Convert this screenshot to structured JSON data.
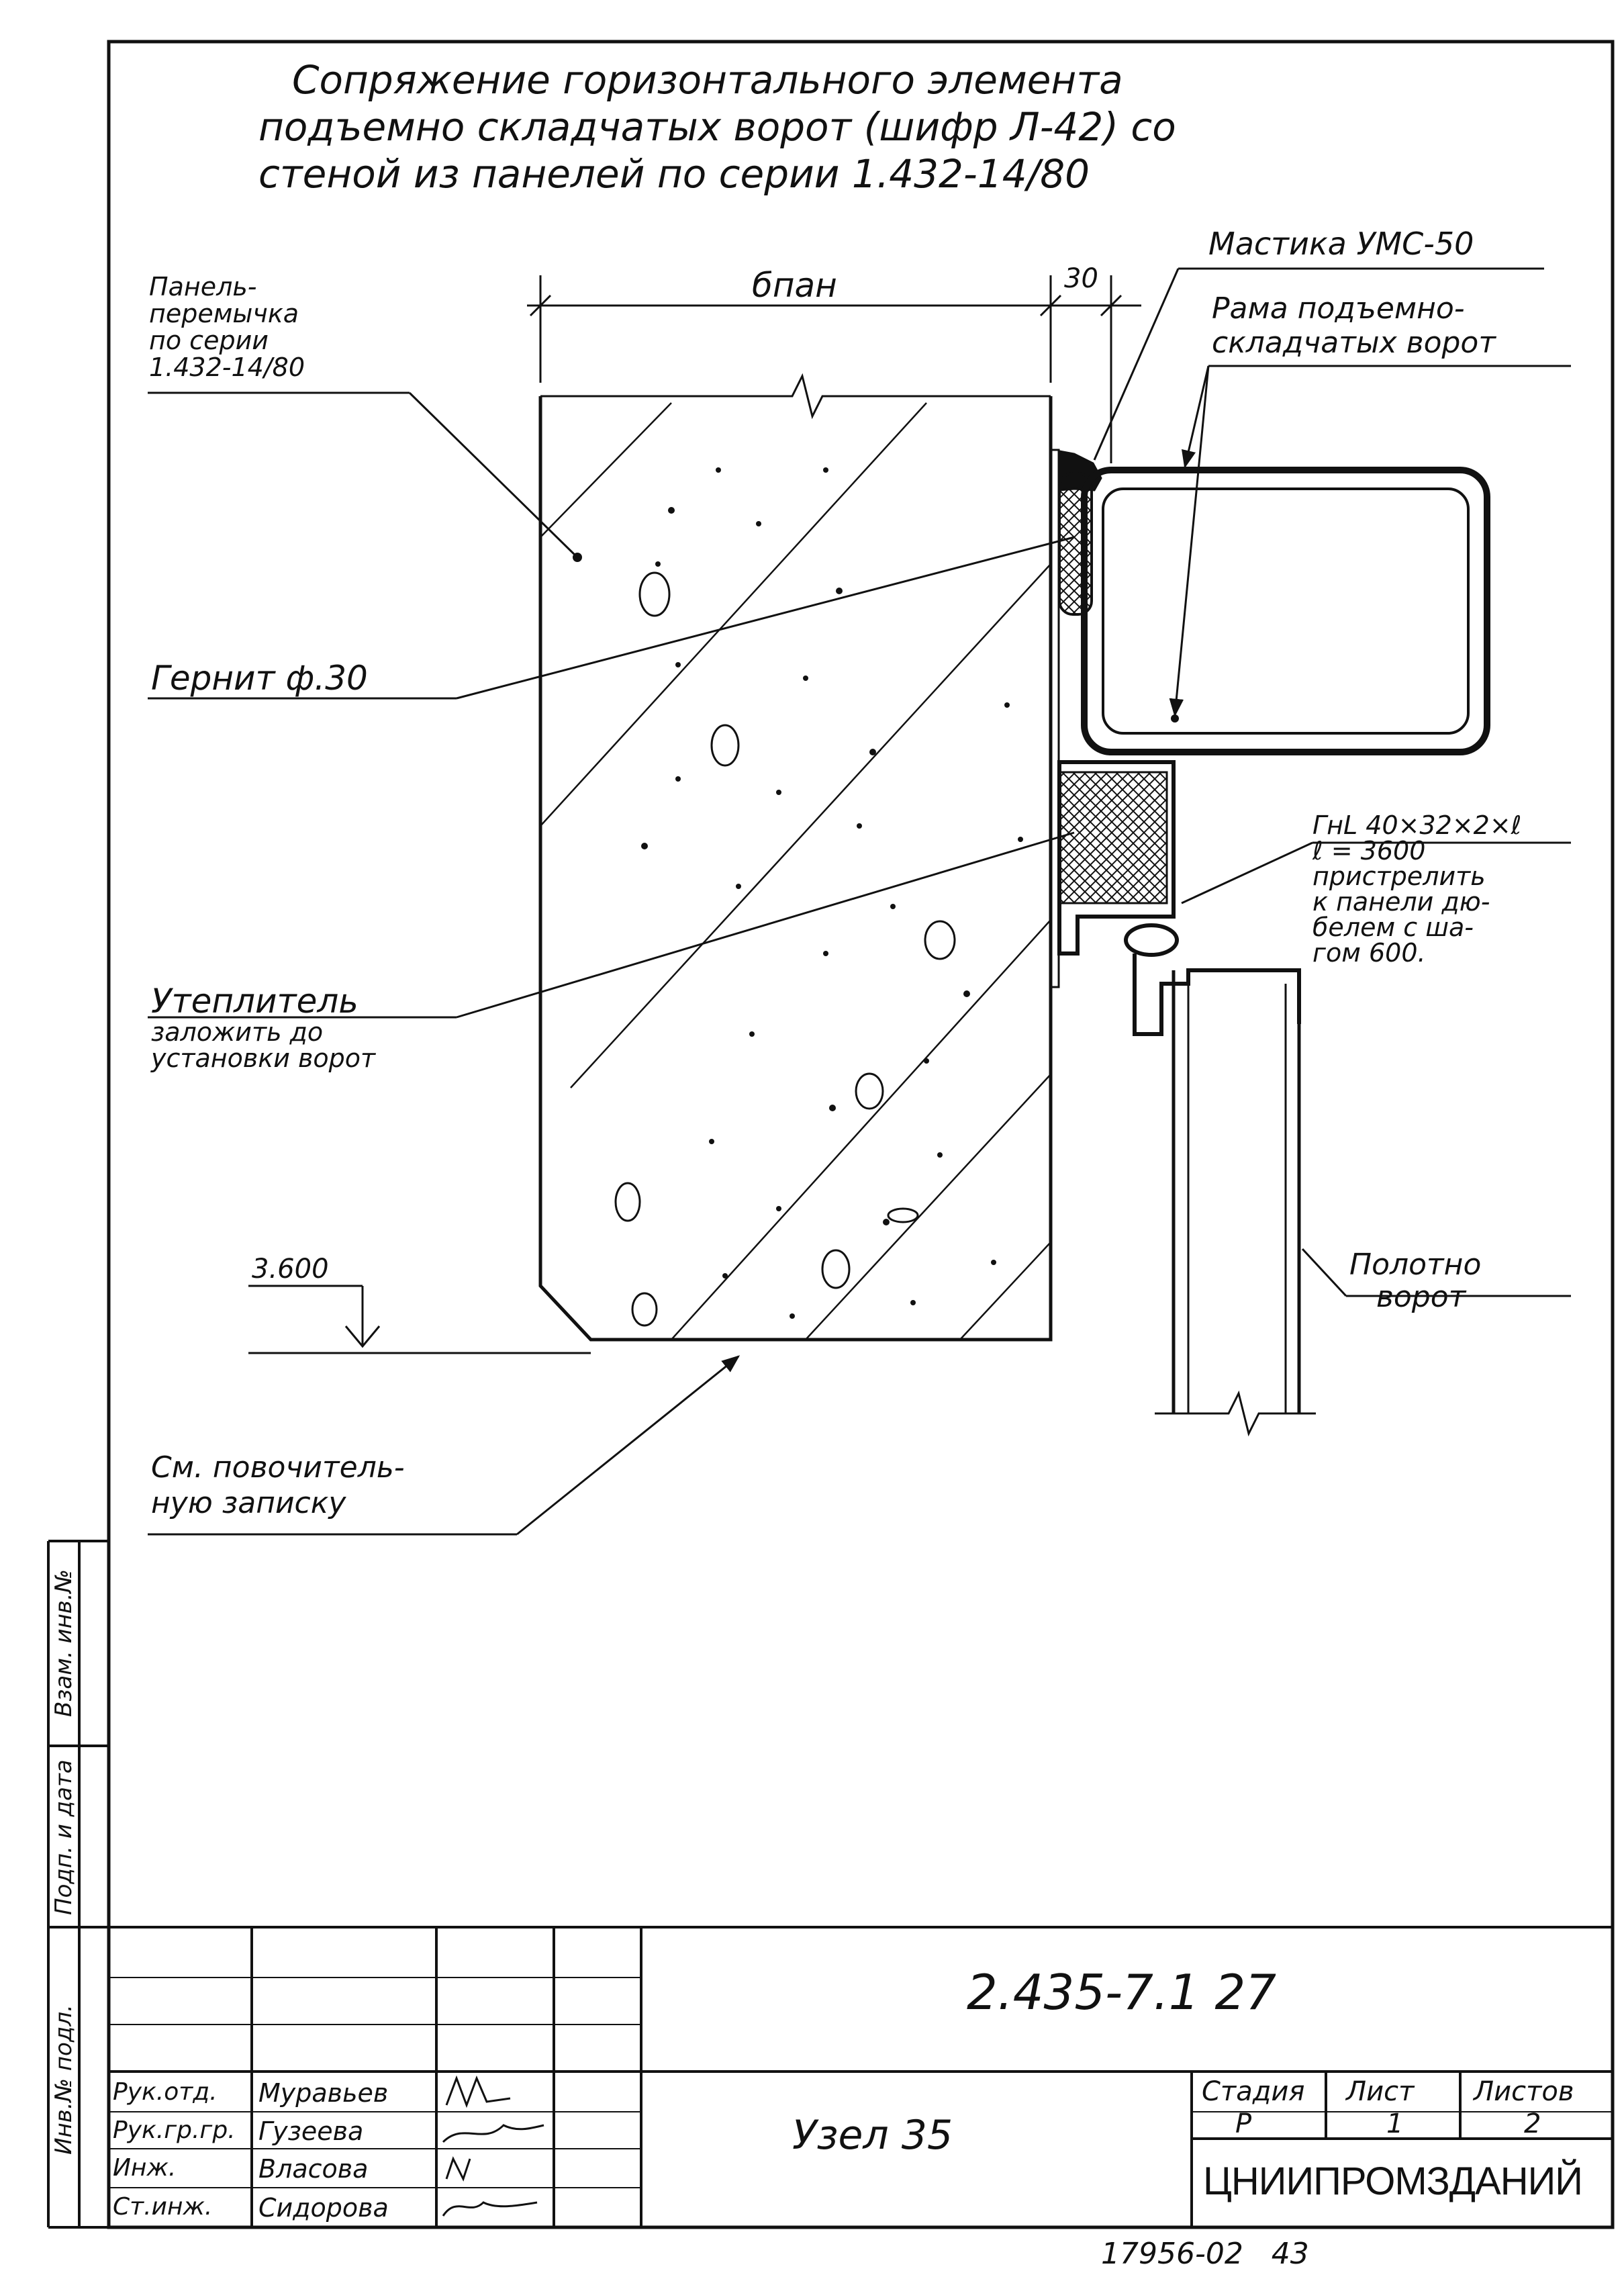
{
  "title": {
    "line1": "Сопряжение горизонтального элемента",
    "line2": "подъемно складчатых ворот (шифр Л-42) со",
    "line3": "стеной из панелей по серии 1.432-14/80"
  },
  "dimensions": {
    "panel_width": "бпан",
    "gap": "30",
    "level": "3.600"
  },
  "callouts": {
    "panel_lintel": [
      "Панель-",
      "перемычка",
      "по серии",
      "1.432-14/80"
    ],
    "mastic": "Мастика УМС-50",
    "frame": [
      "Рама подъемно-",
      "складчатых ворот"
    ],
    "gernit": "Гернит ф.30",
    "angle": [
      "ГнL 40×32×2×ℓ",
      "ℓ = 3600",
      "пристрелить",
      "к панели дю-",
      "белем с ша-",
      "гом 600."
    ],
    "insulation": [
      "Утеплитель",
      "заложить до",
      "установки ворот"
    ],
    "leaf": [
      "Полотно",
      "ворот"
    ],
    "see_drawing": [
      "См. повочитель-",
      "ную записку"
    ]
  },
  "side_stamp": {
    "inv_no_orig": "Инв.№ подл.",
    "sign_date": "Подп. и дата",
    "replace_inv": "Взам. инв.№"
  },
  "title_block": {
    "doc_code": "2.435-7.1 27",
    "node": "Узел 35",
    "org": "ЦНИИПРОМЗДАНИЙ",
    "stage_header": "Стадия",
    "sheet_header": "Лист",
    "sheets_header": "Листов",
    "stage": "Р",
    "sheet": "1",
    "sheets": "2",
    "staff": [
      {
        "role": "Рук.отд.",
        "name": "Муравьев"
      },
      {
        "role": "Рук.гр.гр.",
        "name": "Гузеева"
      },
      {
        "role": "Инж.",
        "name": "Власова"
      },
      {
        "role": "Ст.инж.",
        "name": "Сидорова"
      }
    ]
  },
  "footer_number": "17956-02   43"
}
